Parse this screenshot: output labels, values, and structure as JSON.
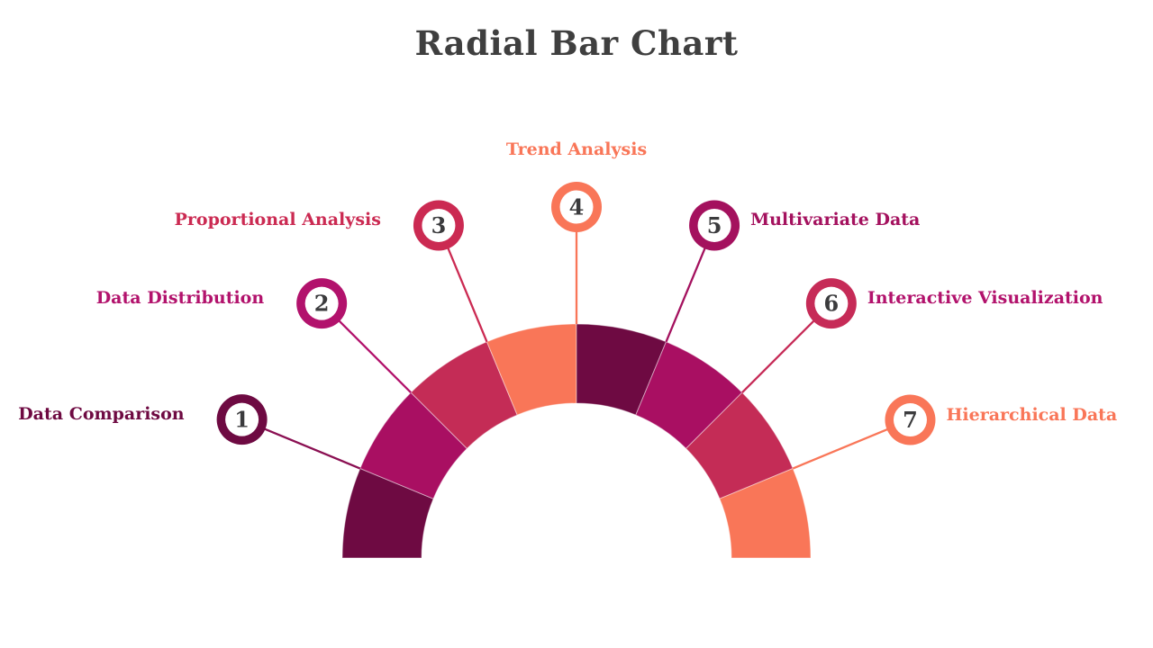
{
  "title": {
    "text": "Radial Bar Chart",
    "color": "#3f3f3f"
  },
  "chart_data": {
    "type": "radial-bar-semicircle-donut",
    "description": "Semicircular donut split into 8 equal 22.5-degree wedges; 7 numbered circular markers sit on the wedge boundaries with radial leader lines and text labels.",
    "segment_colors": [
      "#6E0A42",
      "#A90F62",
      "#C42C56",
      "#F97658",
      "#6E0A42",
      "#A90F62",
      "#C42C56",
      "#F97658"
    ],
    "number_text_color": "#3B3B3D",
    "badge_fill": "#FFFFFF",
    "items": [
      {
        "number": "1",
        "label": "Data Comparison",
        "ring_color": "#6E0A42",
        "text_color": "#6E0A42",
        "line_color": "#8A0F52"
      },
      {
        "number": "2",
        "label": "Data Distribution",
        "ring_color": "#B2126C",
        "text_color": "#B2126C",
        "line_color": "#B2126C"
      },
      {
        "number": "3",
        "label": "Proportional Analysis",
        "ring_color": "#CB2A52",
        "text_color": "#CB2A52",
        "line_color": "#CB2A52"
      },
      {
        "number": "4",
        "label": "Trend Analysis",
        "ring_color": "#F97658",
        "text_color": "#F97658",
        "line_color": "#F97658"
      },
      {
        "number": "5",
        "label": "Multivariate Data",
        "ring_color": "#A4115E",
        "text_color": "#A4115E",
        "line_color": "#A4115E"
      },
      {
        "number": "6",
        "label": "Interactive Visualization",
        "ring_color": "#C62B57",
        "text_color": "#B2126C",
        "line_color": "#C62B57"
      },
      {
        "number": "7",
        "label": "Hierarchical Data",
        "ring_color": "#F97658",
        "text_color": "#F97658",
        "line_color": "#F97658"
      }
    ]
  }
}
